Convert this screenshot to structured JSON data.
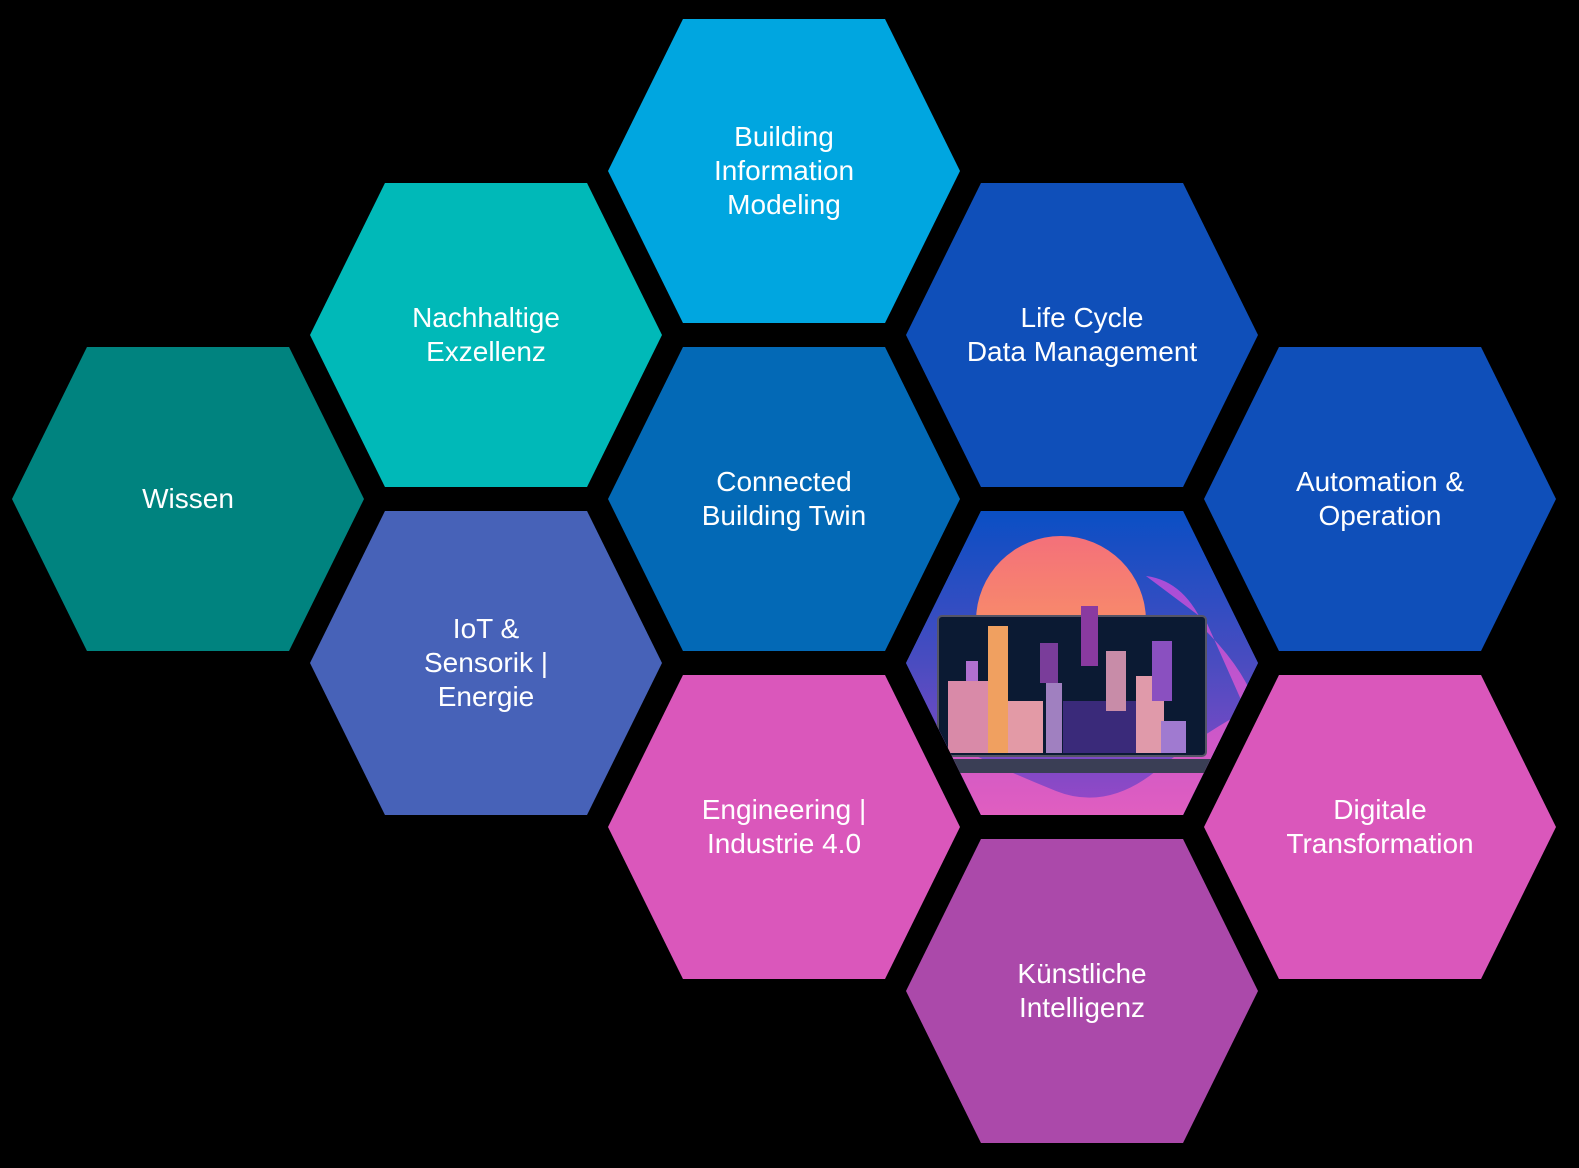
{
  "hexagons": {
    "bim": {
      "label": "Building\nInformation\nModeling",
      "color": "#00a6e0"
    },
    "nachhaltige": {
      "label": "Nachhaltige\nExzellenz",
      "color": "#00b9b8"
    },
    "wissen": {
      "label": "Wissen",
      "color": "#00837f"
    },
    "connected": {
      "label": "Connected\nBuilding Twin",
      "color": "#0369b6"
    },
    "lifecycle": {
      "label": "Life Cycle\nData Management",
      "color": "#0f4fb9"
    },
    "automation": {
      "label": "Automation &\nOperation",
      "color": "#0f4fb9"
    },
    "iot": {
      "label": "IoT &\nSensorik |\nEnergie",
      "color": "#4762b8"
    },
    "engineering": {
      "label": "Engineering |\nIndustrie 4.0",
      "color": "#da57bb"
    },
    "digitale": {
      "label": "Digitale\nTransformation",
      "color": "#da57bb"
    },
    "ki": {
      "label": "Künstliche\nIntelligenz",
      "color": "#ab49aa"
    }
  }
}
